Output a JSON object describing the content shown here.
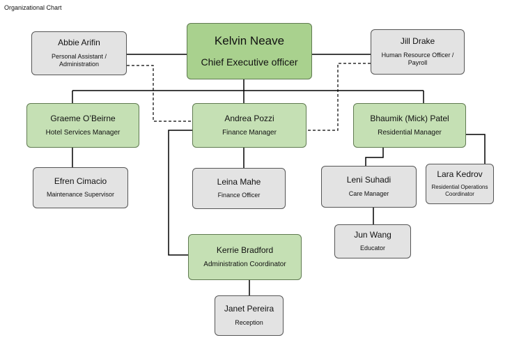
{
  "title": "Organizational Chart",
  "nodes": {
    "ceo": {
      "name": "Kelvin Neave",
      "role": "Chief Executive officer"
    },
    "pa": {
      "name": "Abbie Arifin",
      "role": "Personal Assistant / Administration"
    },
    "hr": {
      "name": "Jill Drake",
      "role": "Human Resource Officer / Payroll"
    },
    "hotel": {
      "name": "Graeme O’Beirne",
      "role": "Hotel Services Manager"
    },
    "finance": {
      "name": "Andrea Pozzi",
      "role": "Finance Manager"
    },
    "residential": {
      "name": "Bhaumik (Mick) Patel",
      "role": "Residential Manager"
    },
    "maintenance": {
      "name": "Efren Cimacio",
      "role": "Maintenance Supervisor"
    },
    "finance_officer": {
      "name": "Leina Mahe",
      "role": "Finance Officer"
    },
    "care": {
      "name": "Leni Suhadi",
      "role": "Care Manager"
    },
    "res_ops": {
      "name": "Lara Kedrov",
      "role": "Residential Operations Coordinator"
    },
    "educator": {
      "name": "Jun Wang",
      "role": "Educator"
    },
    "admin_coord": {
      "name": "Kerrie Bradford",
      "role": "Administration Coordinator"
    },
    "reception": {
      "name": "Janet Pereira",
      "role": "Reception"
    }
  },
  "colors": {
    "ceo_fill": "#a9d18e",
    "manager_fill": "#c5e0b4",
    "staff_fill": "#e3e3e3",
    "line": "#000000"
  }
}
